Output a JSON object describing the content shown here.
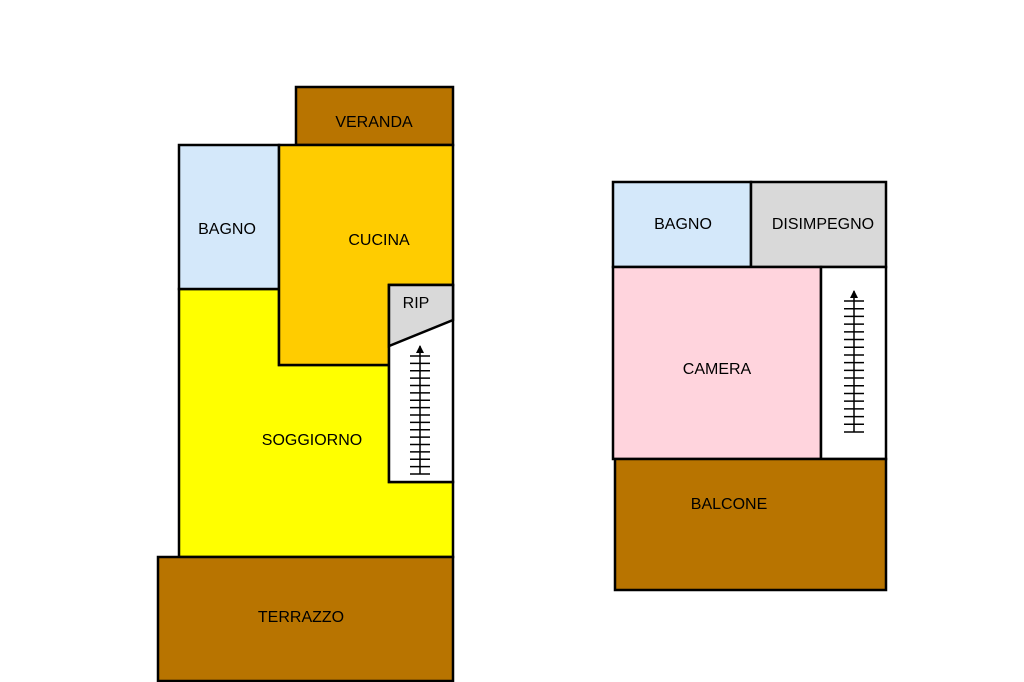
{
  "colors": {
    "veranda": "#b87400",
    "terrazzo": "#b87400",
    "balcone": "#b87400",
    "bagno": "#d4e8fa",
    "cucina": "#ffcc00",
    "soggiorno": "#ffff00",
    "ripostiglio": "#d9d9d9",
    "disimpegno": "#d9d9d9",
    "camera": "#ffd4dd",
    "stairs": "#ffffff",
    "wall": "#000000"
  },
  "ground_floor": {
    "veranda": "VERANDA",
    "bagno": "BAGNO",
    "cucina": "CUCINA",
    "ripostiglio": "RIP",
    "soggiorno": "SOGGIORNO",
    "terrazzo": "TERRAZZO",
    "stairs_icon": "staircase-up-arrow-icon"
  },
  "upper_floor": {
    "bagno": "BAGNO",
    "disimpegno": "DISIMPEGNO",
    "camera": "CAMERA",
    "balcone": "BALCONE",
    "stairs_icon": "staircase-up-arrow-icon"
  }
}
